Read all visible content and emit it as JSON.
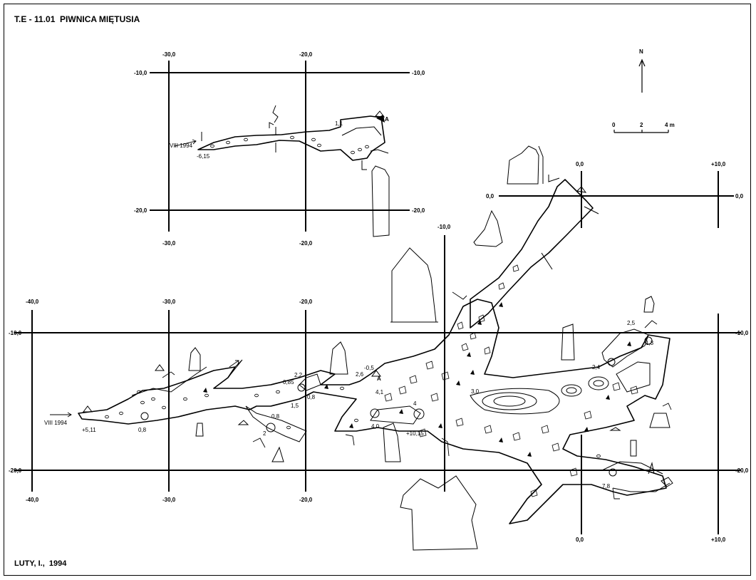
{
  "title": "T.E - 11.01  PIWNICA MIĘTUSIA",
  "author": "LUTY, I.,  1994",
  "north_label": "N",
  "scale_labels": [
    "0",
    "2",
    "4 m"
  ],
  "station_label": "A",
  "upper_grid": {
    "x_labels": [
      "-30,0",
      "-20,0"
    ],
    "y_labels": [
      "-10,0",
      "-20,0"
    ]
  },
  "right_grid": {
    "x_labels": [
      "0,0",
      "+10,0"
    ],
    "y_labels": [
      "0,0"
    ]
  },
  "mid_labels": [
    "-10,0"
  ],
  "main_grid": {
    "x_labels": [
      "-40,0",
      "-30,0",
      "-20,0",
      "0,0",
      "+10,0"
    ],
    "y_labels": [
      "-10,0",
      "-20,0"
    ]
  },
  "upper_annotations": [
    "VIII 1994",
    "-6,15",
    "1,1"
  ],
  "main_annotations": [
    "VIII 1994",
    "+5,11",
    "0,8",
    "2",
    "0,8",
    "0,85",
    "2,2",
    "1,5",
    "0,8",
    "2,6",
    "-0,5",
    "4,1",
    "4,0",
    "4",
    "+10,15",
    "3,0",
    "2,4",
    "2,5",
    "1,3",
    "7,8"
  ]
}
